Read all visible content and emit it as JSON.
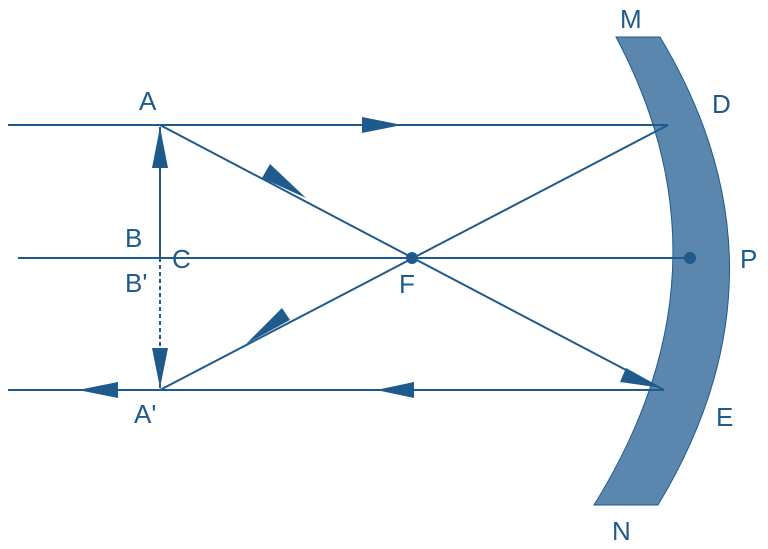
{
  "diagram": {
    "labels": {
      "A": "A",
      "B": "B",
      "C": "C",
      "B_prime": "B'",
      "A_prime": "A'",
      "F": "F",
      "M": "M",
      "D": "D",
      "P": "P",
      "E": "E",
      "N": "N"
    },
    "colors": {
      "line": "#1f5a8c",
      "mirror_fill": "#5b87ae",
      "mirror_stroke": "#1f5a8c",
      "background": "#ffffff"
    }
  }
}
